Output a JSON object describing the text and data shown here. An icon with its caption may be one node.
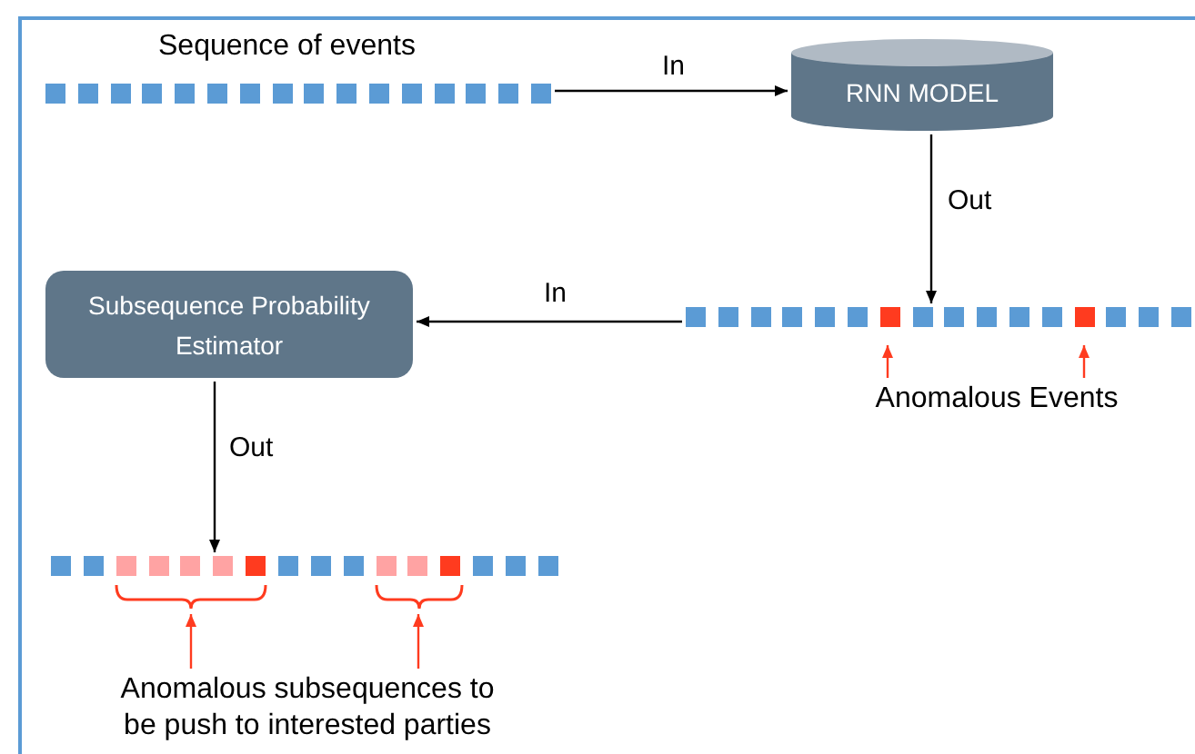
{
  "diagram": {
    "nodes": [
      {
        "text": [],
        "shape": "bar",
        "beside": [
          "Sequence of events"
        ]
      },
      {
        "text": [
          "RNN MODEL"
        ]
      },
      {
        "text": [],
        "shape": "bar"
      },
      {
        "text": [
          "Subsequence Probability Estimator"
        ]
      },
      {
        "text": [],
        "shape": "bar"
      },
      {
        "text": [
          "Anomalous Events"
        ]
      },
      {
        "text": [
          "Anomalous subsequences to be push to interested parties"
        ]
      },
      {
        "text": [],
        "shape": "bracket"
      },
      {
        "text": [],
        "shape": "bracket"
      }
    ],
    "edges": [
      {
        "from": 0,
        "to": 1,
        "arrow": "to",
        "label": "In"
      },
      {
        "from": 1,
        "to": 2,
        "arrow": "to",
        "label": "Out"
      },
      {
        "from": 2,
        "to": 3,
        "arrow": "to",
        "label": "In"
      },
      {
        "from": 3,
        "to": 4,
        "arrow": "to",
        "label": "Out"
      },
      {
        "from": 5,
        "to": null,
        "arrow": "to",
        "color": "#ff3b1f"
      },
      {
        "from": 5,
        "to": null,
        "arrow": "to",
        "color": "#ff3b1f"
      },
      {
        "from": 6,
        "to": 7,
        "arrow": "to",
        "color": "#ff3b1f"
      },
      {
        "from": 6,
        "to": 8,
        "arrow": "to",
        "color": "#ff3b1f"
      }
    ]
  }
}
